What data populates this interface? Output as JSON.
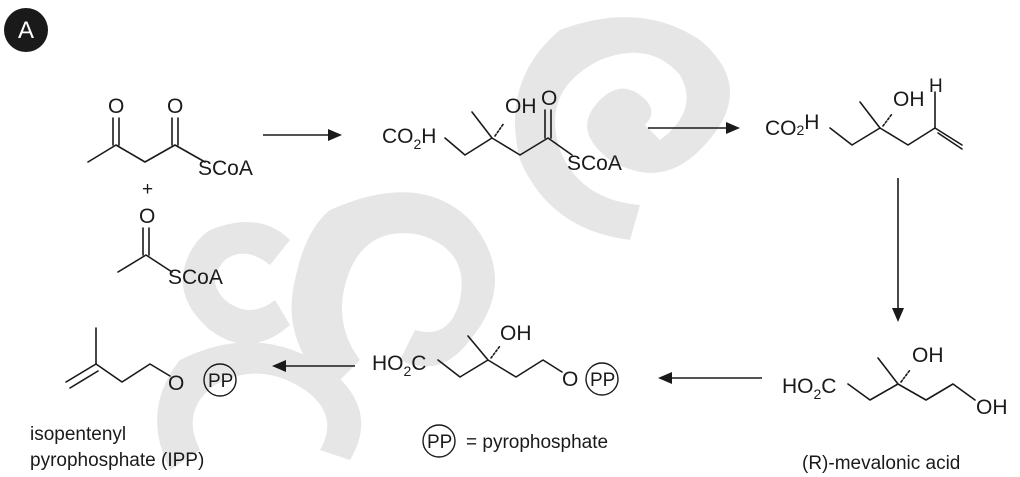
{
  "panel_label": "A",
  "labels": {
    "o": "O",
    "oh": "OH",
    "h": "H",
    "scoa": "SCoA",
    "plus": "+",
    "co2h_main": "CO",
    "co2h_sub": "2",
    "co2h_tail": "H",
    "ho2c_head": "HO",
    "ho2c_sub": "2",
    "ho2c_tail": "C",
    "pp": "PP",
    "legend_eq": "= pyrophosphate"
  },
  "captions": {
    "ipp_line1": "isopentenyl",
    "ipp_line2": "pyrophosphate (IPP)",
    "mevalonic": "(R)-mevalonic acid"
  }
}
